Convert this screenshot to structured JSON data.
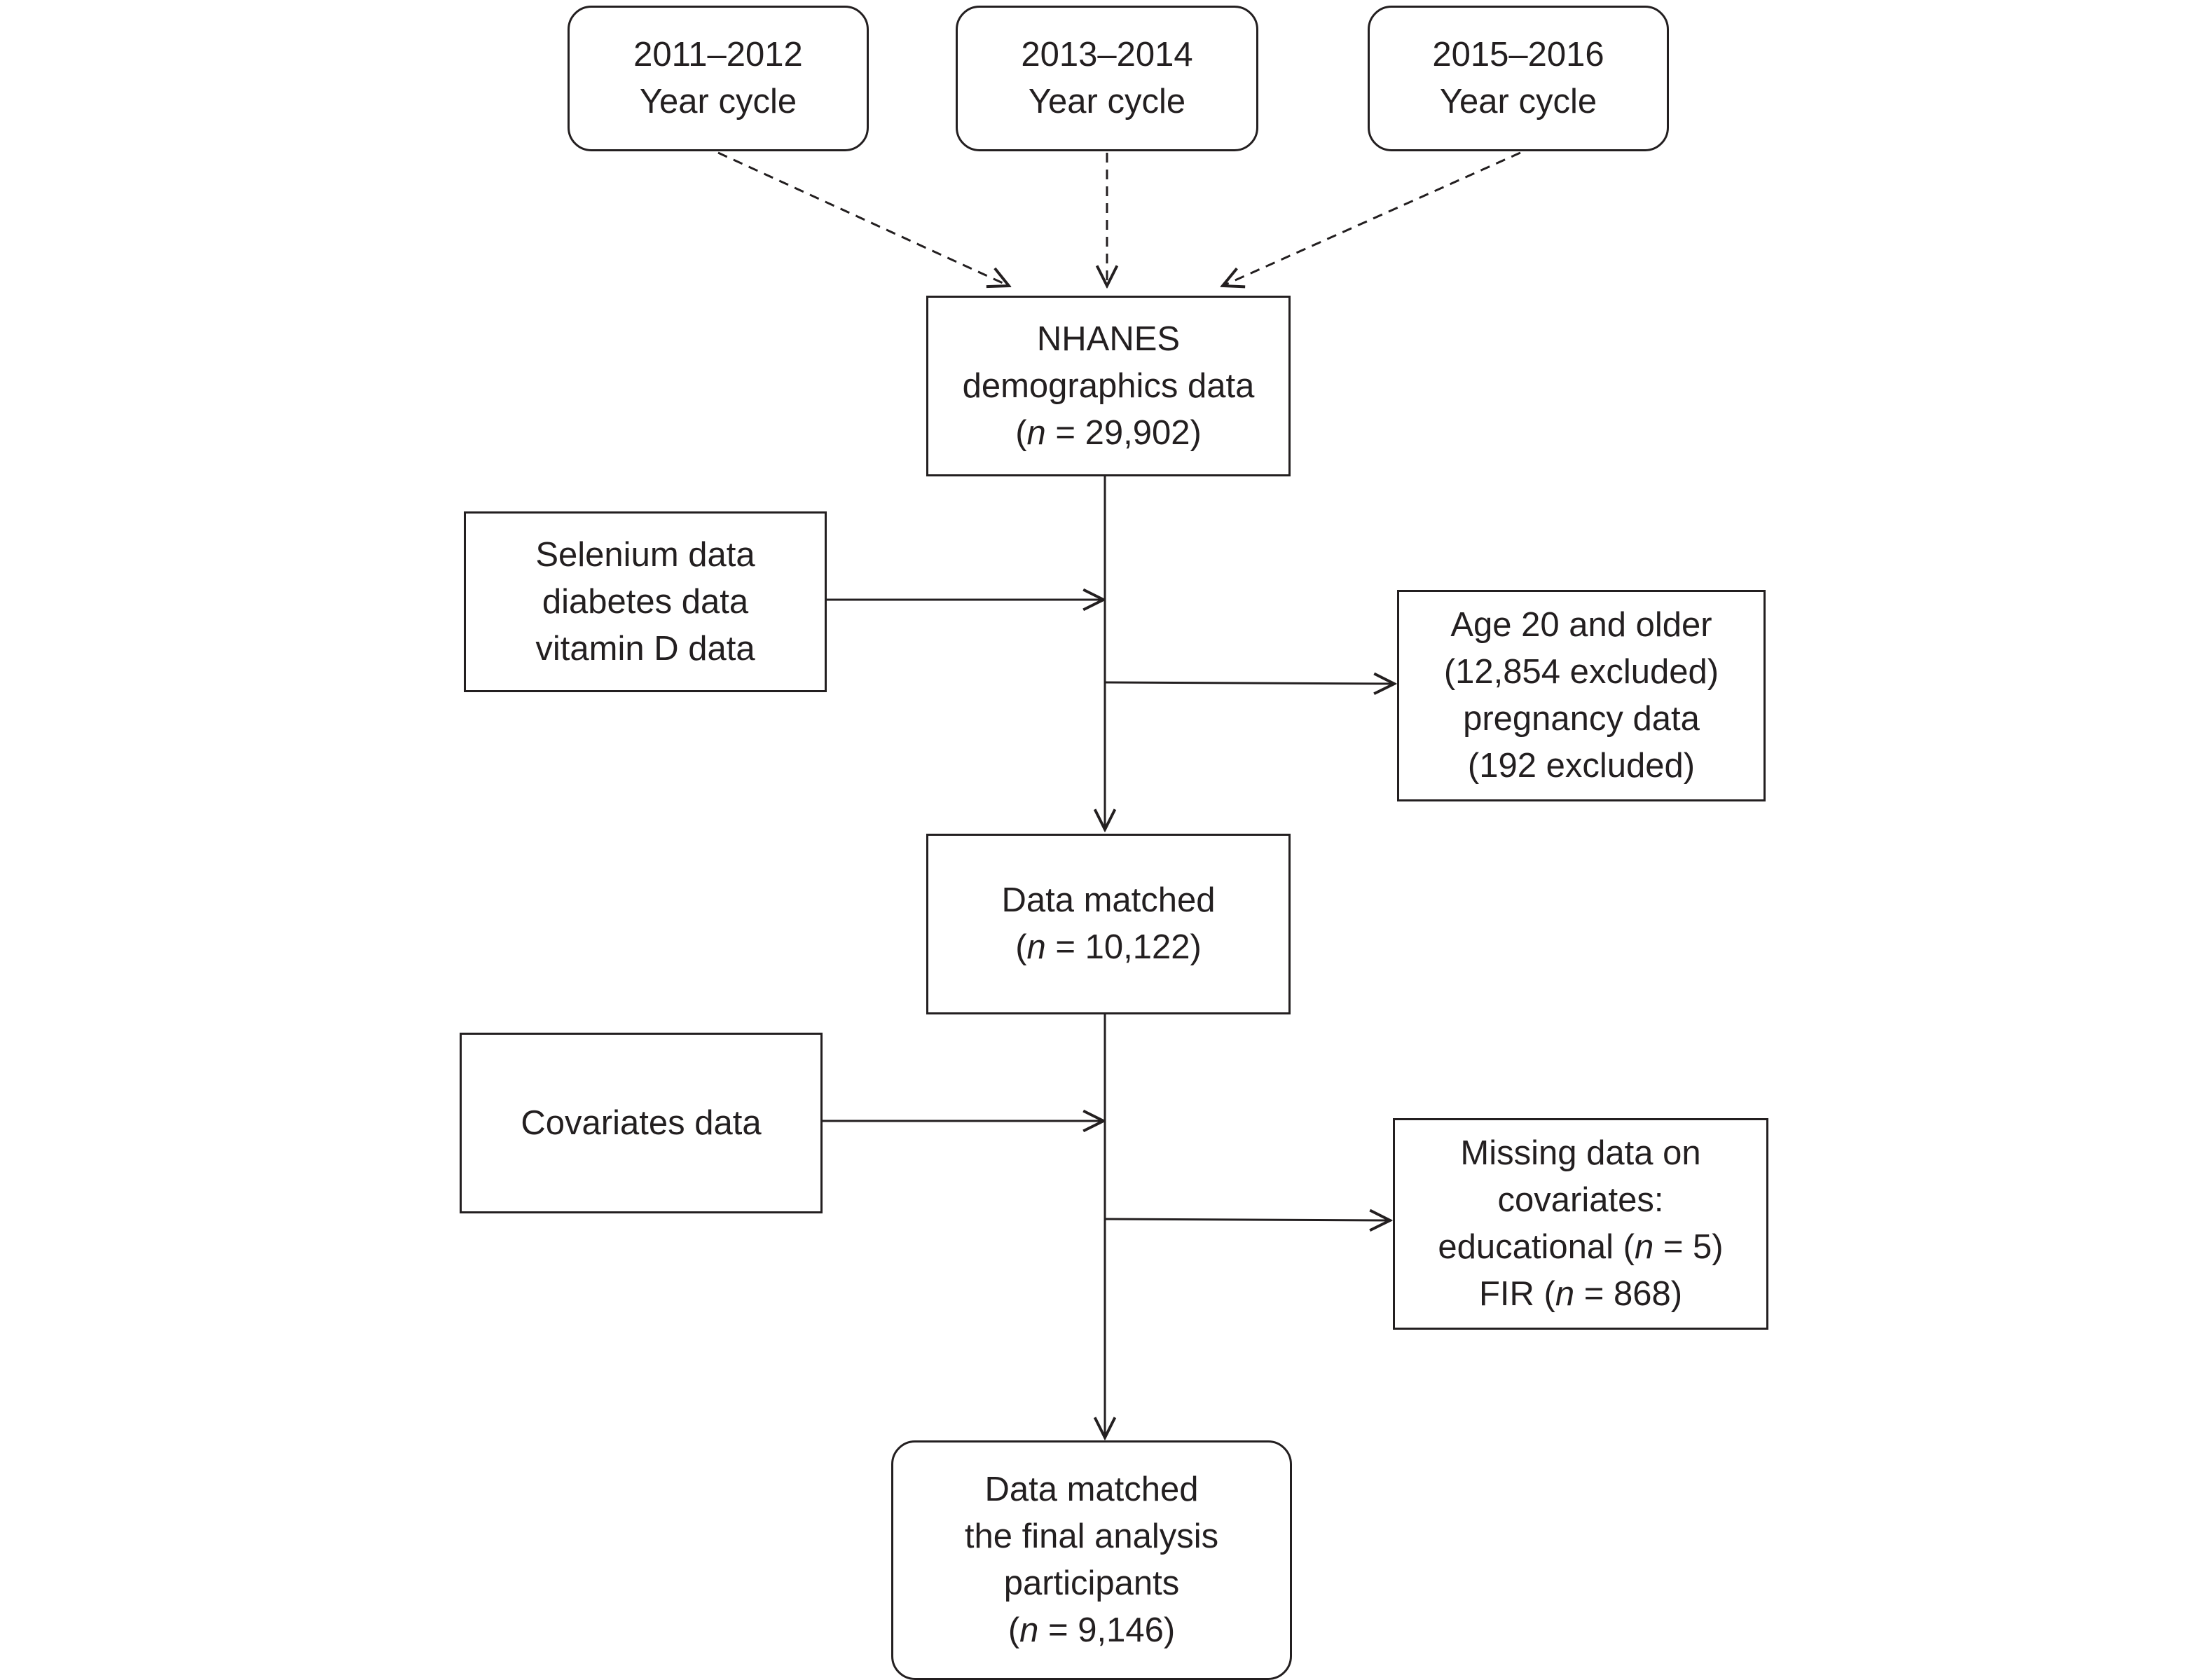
{
  "cycles": [
    {
      "lines": [
        "2011–2012",
        "Year cycle"
      ]
    },
    {
      "lines": [
        "2013–2014",
        "Year cycle"
      ]
    },
    {
      "lines": [
        "2015–2016",
        "Year cycle"
      ]
    }
  ],
  "nhanes": {
    "lines": [
      "NHANES",
      "demographics data"
    ],
    "n_prefix": "(",
    "n_symbol": "n",
    "n_value": " = 29,902)"
  },
  "selenium": {
    "lines": [
      "Selenium data",
      "diabetes data",
      "vitamin D data"
    ]
  },
  "exclusion1": {
    "lines": [
      "Age 20 and older",
      "(12,854 excluded)",
      "pregnancy data",
      "(192 excluded)"
    ]
  },
  "matched": {
    "line1": "Data matched",
    "n_prefix": "(",
    "n_symbol": "n",
    "n_value": " = 10,122)"
  },
  "covariates": {
    "label": "Covariates data"
  },
  "exclusion2": {
    "line1": "Missing data on",
    "line2": "covariates:",
    "educ_prefix": "educational (",
    "educ_symbol": "n",
    "educ_value": " = 5)",
    "fir_prefix": "FIR (",
    "fir_symbol": "n",
    "fir_value": " = 868)"
  },
  "final": {
    "lines": [
      "Data matched",
      "the final analysis",
      "participants"
    ],
    "n_prefix": "(",
    "n_symbol": "n",
    "n_value": " = 9,146)"
  }
}
